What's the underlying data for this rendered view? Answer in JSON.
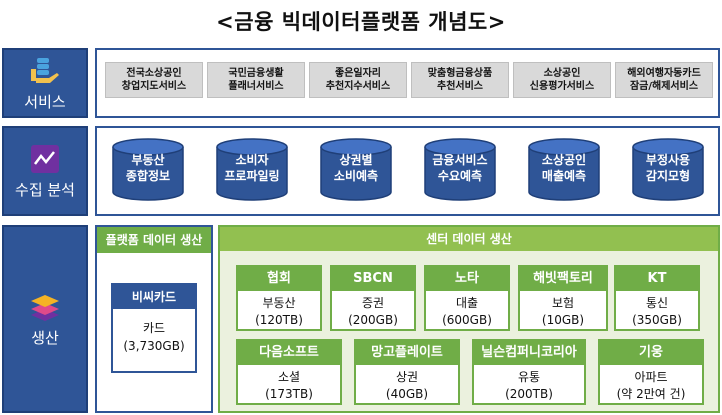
{
  "title": "<금융 빅데이터플랫폼 개념도>",
  "rows": {
    "service": {
      "label": "서비스",
      "icon": "hand-coins-icon"
    },
    "collect": {
      "label": "수집 분석",
      "icon": "line-chart-icon"
    },
    "produce": {
      "label": "생산",
      "icon": "layers-icon"
    }
  },
  "services": [
    {
      "line1": "전국소상공인",
      "line2": "창업지도서비스"
    },
    {
      "line1": "국민금융생활",
      "line2": "플래너서비스"
    },
    {
      "line1": "좋은일자리",
      "line2": "추천지수서비스"
    },
    {
      "line1": "맞춤형금융상품",
      "line2": "추천서비스"
    },
    {
      "line1": "소상공인",
      "line2": "신용평가서비스"
    },
    {
      "line1": "해외여행자동카드",
      "line2": "잠금/해제서비스"
    }
  ],
  "analysis": [
    {
      "line1": "부동산",
      "line2": "종합정보"
    },
    {
      "line1": "소비자",
      "line2": "프로파일링"
    },
    {
      "line1": "상권별",
      "line2": "소비예측"
    },
    {
      "line1": "금융서비스",
      "line2": "수요예측"
    },
    {
      "line1": "소상공인",
      "line2": "매출예측"
    },
    {
      "line1": "부정사용",
      "line2": "감지모형"
    }
  ],
  "platform": {
    "header": "플랫폼 데이터 생산",
    "card": {
      "name": "비씨카드",
      "line1": "카드",
      "line2": "(3,730GB)"
    }
  },
  "center": {
    "header": "센터 데이터 생산",
    "cards": [
      {
        "name": "협회",
        "line1": "부동산",
        "line2": "(120TB)"
      },
      {
        "name": "SBCN",
        "line1": "증권",
        "line2": "(200GB)"
      },
      {
        "name": "노타",
        "line1": "대출",
        "line2": "(600GB)"
      },
      {
        "name": "해빗팩토리",
        "line1": "보험",
        "line2": "(10GB)"
      },
      {
        "name": "KT",
        "line1": "통신",
        "line2": "(350GB)"
      },
      {
        "name": "다음소프트",
        "line1": "소셜",
        "line2": "(173TB)"
      },
      {
        "name": "망고플레이트",
        "line1": "상권",
        "line2": "(40GB)"
      },
      {
        "name": "닐슨컴퍼니코리아",
        "line1": "유통",
        "line2": "(200TB)"
      },
      {
        "name": "기웅",
        "line1": "아파트",
        "line2": "(약 2만여 건)"
      }
    ]
  },
  "colors": {
    "blue": "#2f5597",
    "green": "#70ad47",
    "light_green": "#ebf1de",
    "gray": "#d9d9d9"
  }
}
